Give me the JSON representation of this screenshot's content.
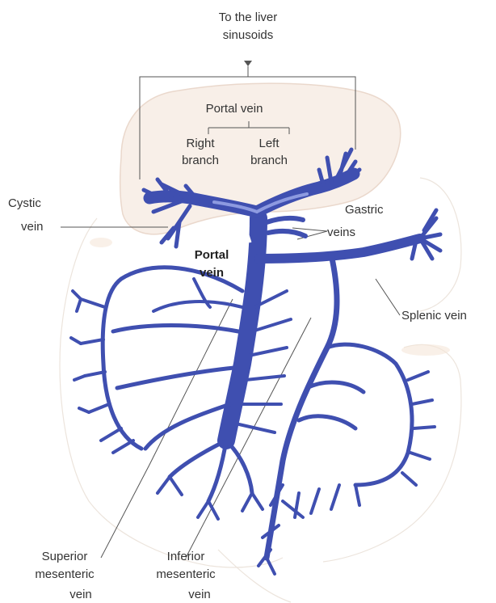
{
  "diagram": {
    "colors": {
      "vein": "#3f4fb0",
      "vein_highlight": "#8d9ae0",
      "liver_fill": "#f8efe8",
      "liver_stroke": "#ead8cc",
      "organ_outline": "#ece4dc",
      "leader": "#555555",
      "flow_arrow": "#ffffff"
    },
    "labels": {
      "top_line1": "To the liver",
      "top_line2": "sinusoids",
      "portal_vein_top": "Portal vein",
      "right_branch_1": "Right",
      "right_branch_2": "branch",
      "left_branch_1": "Left",
      "left_branch_2": "branch",
      "cystic_1": "Cystic",
      "cystic_2": "vein",
      "gastric_1": "Gastric",
      "gastric_2": "veins",
      "portal_main_1": "Portal",
      "portal_main_2": "vein",
      "splenic": "Splenic vein",
      "superior_1": "Superior",
      "superior_2": "mesenteric",
      "superior_3": "vein",
      "inferior_1": "Inferior",
      "inferior_2": "mesenteric",
      "inferior_3": "vein"
    }
  }
}
